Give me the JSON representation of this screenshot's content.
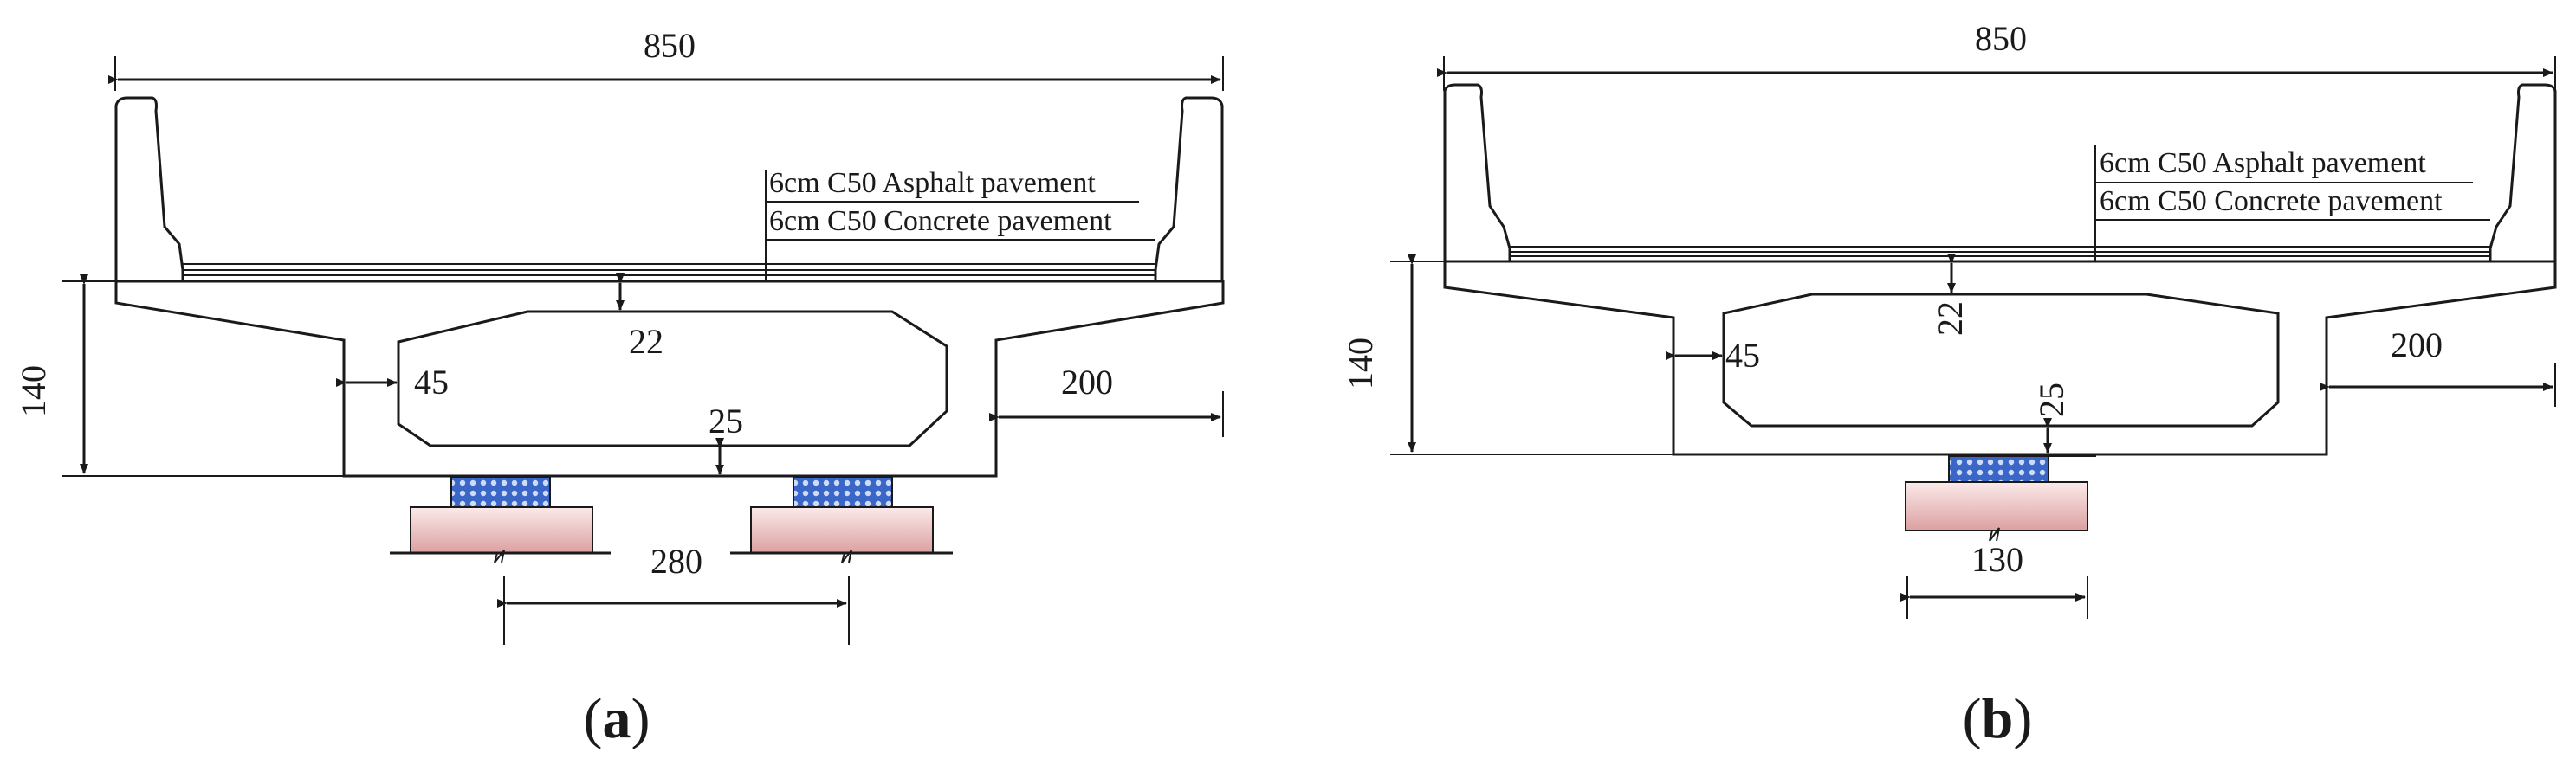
{
  "panel_a": {
    "width_label": "850",
    "height_label": "140",
    "top_slab_label": "22",
    "web_label": "45",
    "bottom_slab_label": "25",
    "cantilever_label": "200",
    "bearing_spacing_label": "280",
    "asphalt_label": "6cm  C50 Asphalt pavement",
    "concrete_label": "6cm  C50 Concrete pavement",
    "caption_open": "(",
    "caption_letter": "a",
    "caption_close": ")"
  },
  "panel_b": {
    "width_label": "850",
    "height_label": "140",
    "top_slab_label": "22",
    "web_label": "45",
    "bottom_slab_label": "25",
    "cantilever_label": "200",
    "bearing_width_label": "130",
    "asphalt_label": "6cm  C50 Asphalt pavement",
    "concrete_label": "6cm  C50 Concrete pavement",
    "caption_open": "(",
    "caption_letter": "b",
    "caption_close": ")"
  },
  "colors": {
    "line": "#1a1a1a",
    "concrete_hatch": "#b8cfe8",
    "void_hatch_a": "#f3dcb0",
    "void_fill_a": "#fdf3e2",
    "bearing_pad": "#3a66c8",
    "pier_cap": "#e7b7b7"
  }
}
